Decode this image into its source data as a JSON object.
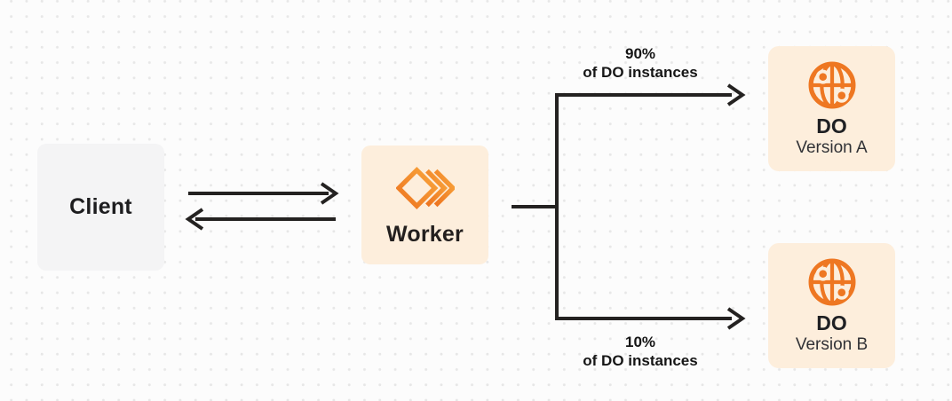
{
  "nodes": {
    "client": {
      "label": "Client"
    },
    "worker": {
      "label": "Worker",
      "icon": "workers-logo-icon"
    },
    "do_version_a": {
      "title": "DO",
      "subtitle": "Version A",
      "icon": "globe-icon"
    },
    "do_version_b": {
      "title": "DO",
      "subtitle": "Version B",
      "icon": "globe-icon"
    }
  },
  "edges": {
    "client_worker": {
      "style": "two horizontal arrows, right and left"
    },
    "split_top": {
      "percent": "90%",
      "caption": "of DO instances"
    },
    "split_bottom": {
      "percent": "10%",
      "caption": "of DO instances"
    }
  },
  "colors": {
    "canvas_bg": "#fcfcfc",
    "dot_grid": "#e7e7e7",
    "client_box_bg": "#f4f4f5",
    "orange_box_bg": "#fdeedc",
    "accent_orange": "#ee7722",
    "accent_orange_light": "#f9a63c",
    "line_dark": "#242221",
    "text_dark": "#1d1d1f",
    "subtitle_gray": "#313236"
  }
}
